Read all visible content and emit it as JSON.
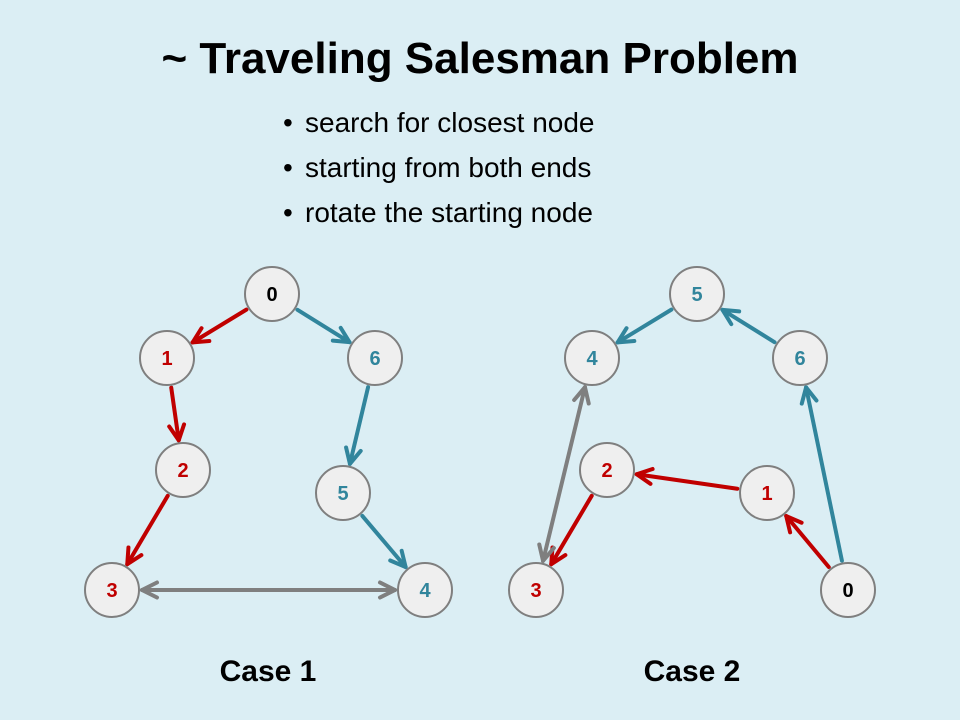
{
  "title": "~ Traveling Salesman Problem",
  "bullets": [
    {
      "mark": "•",
      "text": "search for closest node"
    },
    {
      "mark": "•",
      "text": "starting from both ends"
    },
    {
      "mark": "•",
      "text": "rotate the starting node"
    }
  ],
  "colors": {
    "background": "#dbeef4",
    "red": "#c00000",
    "blue": "#31859c",
    "gray": "#7f7f7f",
    "black": "#000000"
  },
  "cases": [
    {
      "label": "Case 1",
      "nodes": [
        {
          "id": "0",
          "label": "0",
          "color": "black"
        },
        {
          "id": "1",
          "label": "1",
          "color": "red"
        },
        {
          "id": "2",
          "label": "2",
          "color": "red"
        },
        {
          "id": "3",
          "label": "3",
          "color": "red"
        },
        {
          "id": "4",
          "label": "4",
          "color": "blue"
        },
        {
          "id": "5",
          "label": "5",
          "color": "blue"
        },
        {
          "id": "6",
          "label": "6",
          "color": "blue"
        }
      ],
      "edges": [
        {
          "from": "0",
          "to": "1",
          "color": "red",
          "bidirectional": false
        },
        {
          "from": "1",
          "to": "2",
          "color": "red",
          "bidirectional": false
        },
        {
          "from": "2",
          "to": "3",
          "color": "red",
          "bidirectional": false
        },
        {
          "from": "0",
          "to": "6",
          "color": "blue",
          "bidirectional": false
        },
        {
          "from": "6",
          "to": "5",
          "color": "blue",
          "bidirectional": false
        },
        {
          "from": "5",
          "to": "4",
          "color": "blue",
          "bidirectional": false
        },
        {
          "from": "3",
          "to": "4",
          "color": "gray",
          "bidirectional": true
        }
      ]
    },
    {
      "label": "Case 2",
      "nodes": [
        {
          "id": "0",
          "label": "0",
          "color": "black"
        },
        {
          "id": "1",
          "label": "1",
          "color": "red"
        },
        {
          "id": "2",
          "label": "2",
          "color": "red"
        },
        {
          "id": "3",
          "label": "3",
          "color": "red"
        },
        {
          "id": "4",
          "label": "4",
          "color": "blue"
        },
        {
          "id": "5",
          "label": "5",
          "color": "blue"
        },
        {
          "id": "6",
          "label": "6",
          "color": "blue"
        }
      ],
      "edges": [
        {
          "from": "0",
          "to": "1",
          "color": "red",
          "bidirectional": false
        },
        {
          "from": "1",
          "to": "2",
          "color": "red",
          "bidirectional": false
        },
        {
          "from": "2",
          "to": "3",
          "color": "red",
          "bidirectional": false
        },
        {
          "from": "0",
          "to": "6",
          "color": "blue",
          "bidirectional": false
        },
        {
          "from": "6",
          "to": "5",
          "color": "blue",
          "bidirectional": false
        },
        {
          "from": "5",
          "to": "4",
          "color": "blue",
          "bidirectional": false
        },
        {
          "from": "3",
          "to": "4",
          "color": "gray",
          "bidirectional": true
        }
      ]
    }
  ]
}
